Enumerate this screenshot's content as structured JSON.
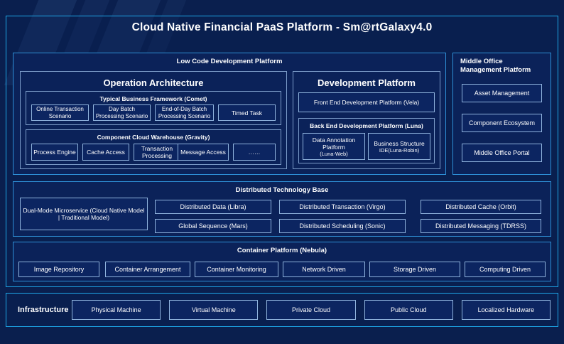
{
  "header": {
    "title": "Cloud Native Financial PaaS Platform - Sm@rtGalaxy4.0"
  },
  "colors": {
    "background": "#0a1f4e",
    "panel_border": "#1ea7e8",
    "section_border": "#2e8fd6",
    "box_border": "#8fb3dd",
    "text": "#ffffff"
  },
  "low_code": {
    "title": "Low Code Development Platform",
    "operation_architecture": {
      "title": "Operation Architecture",
      "business_framework": {
        "title": "Typical Business Framework (Comet)",
        "items": [
          "Online Transaction Scenario",
          "Day Batch Processing Scenario",
          "End-of-Day Batch Processing Scenario",
          "Timed Task"
        ]
      },
      "component_warehouse": {
        "title": "Component Cloud Warehouse (Gravity)",
        "items": [
          "Process Engine",
          "Cache Access",
          "Transaction Processing",
          "Message Access",
          "……"
        ]
      }
    },
    "development_platform": {
      "title": "Development Platform",
      "front_end": "Front End Development Platform (Vela)",
      "back_end": {
        "title": "Back End Development Platform (Luna)",
        "items": [
          {
            "main": "Data Annotation Platform",
            "sub": "(Luna-Web)"
          },
          {
            "main": "Business Structure",
            "sub": "IDE(Luna-Robin)"
          }
        ]
      }
    }
  },
  "middle_office": {
    "title": "Middle Office Management Platform",
    "items": [
      "Asset Management",
      "Component Ecosystem",
      "Middle Office Portal"
    ]
  },
  "distributed_base": {
    "title": "Distributed Technology Base",
    "wide_item": "Dual-Mode Microservice (Cloud Native Model | Traditional Model)",
    "items": [
      "Distributed Data (Libra)",
      "Distributed Transaction (Virgo)",
      "Distributed Cache (Orbit)",
      "Global Sequence (Mars)",
      "Distributed Scheduling (Sonic)",
      "Distributed Messaging (TDRSS)"
    ]
  },
  "container_platform": {
    "title": "Container Platform (Nebula)",
    "items": [
      "Image Repository",
      "Container Arrangement",
      "Container Monitoring",
      "Network Driven",
      "Storage Driven",
      "Computing Driven"
    ]
  },
  "infrastructure": {
    "label": "Infrastructure",
    "items": [
      "Physical Machine",
      "Virtual Machine",
      "Private Cloud",
      "Public Cloud",
      "Localized Hardware"
    ]
  }
}
